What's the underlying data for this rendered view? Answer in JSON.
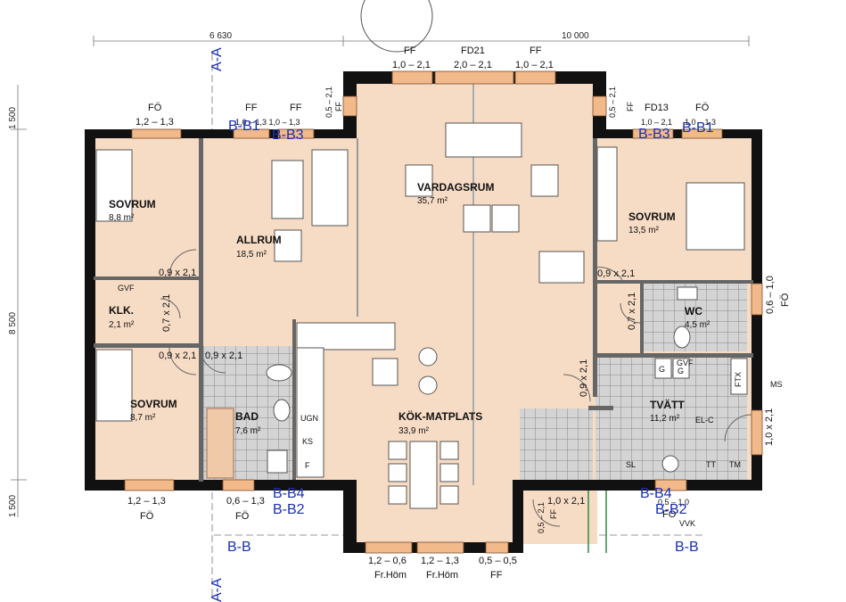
{
  "rooms": {
    "sovrum1": {
      "name": "SOVRUM",
      "area": "8,8 m²"
    },
    "allrum": {
      "name": "ALLRUM",
      "area": "18,5 m²"
    },
    "vardagsrum": {
      "name": "VARDAGSRUM",
      "area": "35,7 m²"
    },
    "sovrum3": {
      "name": "SOVRUM",
      "area": "13,5 m²"
    },
    "klk": {
      "name": "KLK.",
      "area": "2,1 m²",
      "tag": "GVF"
    },
    "wc": {
      "name": "WC",
      "area": "4,5 m²"
    },
    "sovrum2": {
      "name": "SOVRUM",
      "area": "8,7 m²"
    },
    "bad": {
      "name": "BAD",
      "area": "7,6 m²"
    },
    "kok": {
      "name": "KÖK-MATPLATS",
      "area": "33,9 m²"
    },
    "tvatt": {
      "name": "TVÄTT",
      "area": "11,2 m²",
      "tag": "GVF"
    }
  },
  "dims": {
    "top_left": "6 630",
    "top_right": "10 000",
    "left_top": "1 500",
    "left_mid": "8 500",
    "left_bot": "1 500"
  },
  "openings": {
    "ff_top1": "FF",
    "ff_top1_size": "1,0 – 2,1",
    "fd21": "FD21",
    "fd21_size": "2,0 – 2,1",
    "ff_top2": "FF",
    "ff_top2_size": "1,0 – 2,1",
    "fo_tl": "FÖ",
    "fo_tl_size": "1,2 – 1,3",
    "ff_a": "FF",
    "ff_b": "FF",
    "ff_ab_size": "1,0 – 1,3 1,0 – 1,3",
    "ff_side_l": "FF",
    "ff_side_l_size": "0,5 – 2,1",
    "ff_side_r": "FF",
    "ff_side_r_size": "0,5 – 2,1",
    "fd13": "FD13",
    "fo_tr": "FÖ",
    "fd13_size": "1,0 – 2,1",
    "fo_tr_size": "1,0 – 1,3",
    "door_sov1": "0,9 x 2,1",
    "door_klk": "0,7 x 2,1",
    "door_sov2": "0,9 x 2,1",
    "door_bad": "0,9 x 2,1",
    "door_sov3": "0,9 x 2,1",
    "door_wc": "0,7 x 2,1",
    "door_tvatt": "0,9 x 2,1",
    "fo_right": "FÖ",
    "fo_right_size": "0,6 – 1,0",
    "door_ext_r": "1,0 x 2,1",
    "ms": "MS",
    "fo_bl": "FÖ",
    "fo_bl_size": "1,2 – 1,3",
    "fo_bm": "FÖ",
    "fo_bm_size": "0,6 – 1,3",
    "fr_a": "Fr.Höm",
    "fr_a_size": "1,2 – 0,6",
    "fr_b": "Fr.Höm",
    "fr_b_size": "1,2 – 1,3",
    "ff_bot": "FF",
    "ff_bot_size": "0,5 – 0,5",
    "ff_entry": "FF",
    "ff_entry_size": "0,5 – 2,1",
    "door_entry": "1,0 x 2,1",
    "fo_br": "FÖ",
    "fo_br_size": "0,5 – 1,0",
    "vvk": "VVK"
  },
  "sections": {
    "aa_top": "A-A",
    "aa_bot": "A-A",
    "bb_left": "B-B",
    "bb_right": "B-B",
    "bb1_tl": "B-B1",
    "bb3_tl": "B-B3",
    "bb3_tr": "B-B3",
    "bb1_tr": "B-B1",
    "bb4_bl": "B-B4",
    "bb2_bl": "B-B2",
    "bb4_br": "B-B4",
    "bb2_br": "B-B2"
  },
  "fixtures": {
    "ugn": "UGN",
    "ks": "KS",
    "f": "F",
    "ftx": "FTX",
    "el_c": "EL-C",
    "g1": "G",
    "g2": "G",
    "sl": "SL",
    "tt": "TT",
    "tm": "TM"
  },
  "colors": {
    "floor": "#f7dcc5",
    "wall": "#111111",
    "tile": "#c9c9c9",
    "window": "#f2b98a",
    "section_blue": "#1a2fb0",
    "door_green": "#2d8c3c"
  }
}
